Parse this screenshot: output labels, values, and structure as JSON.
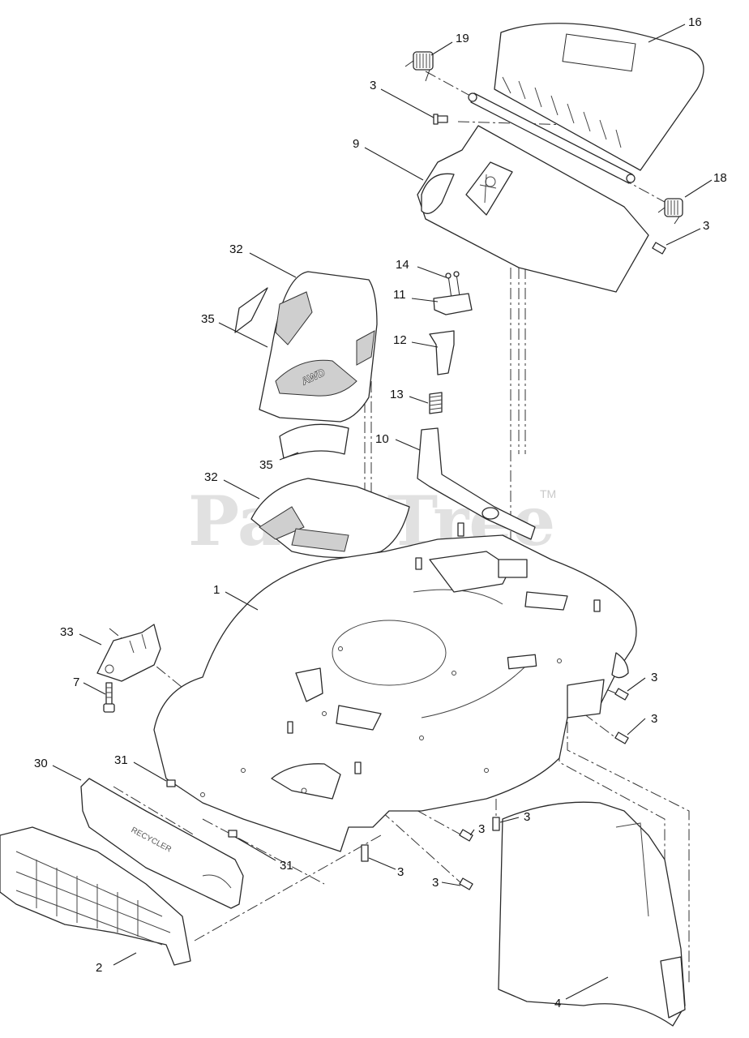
{
  "watermark": {
    "text": "PartsTree",
    "trademark": "TM"
  },
  "embossed_text": {
    "top_cover_logo": "AWD",
    "bumper_text": "RECYCLER"
  },
  "callouts": {
    "c1": "1",
    "c2": "2",
    "c3": "3",
    "c4": "4",
    "c7": "7",
    "c9": "9",
    "c10": "10",
    "c11": "11",
    "c12": "12",
    "c13": "13",
    "c14": "14",
    "c16": "16",
    "c18": "18",
    "c19": "19",
    "c30": "30",
    "c31": "31",
    "c32": "32",
    "c33": "33",
    "c35": "35"
  }
}
